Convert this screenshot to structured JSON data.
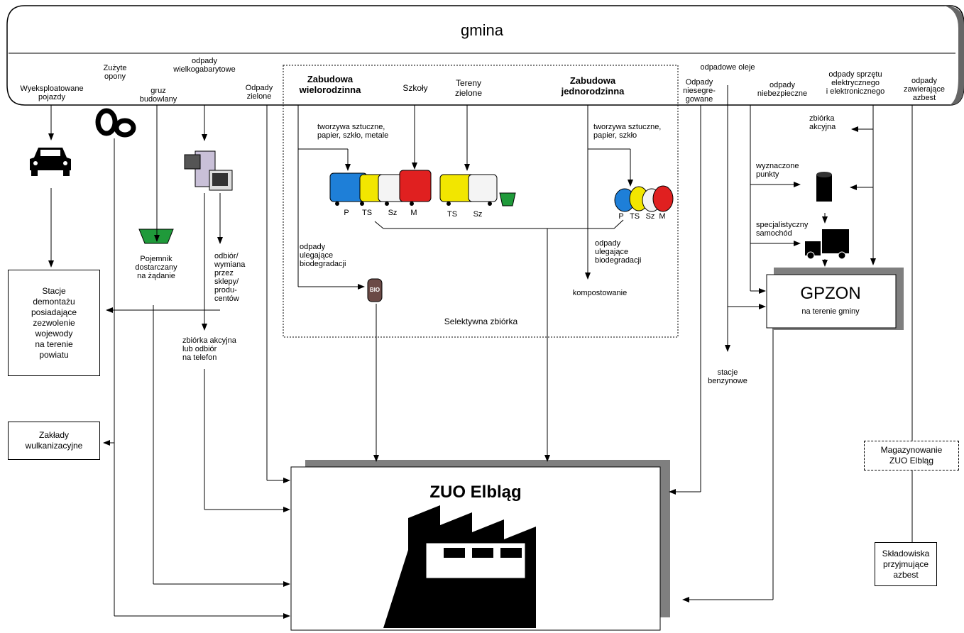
{
  "header": {
    "title": "gmina"
  },
  "sources": {
    "pojazdy": "Wyeksploatowane\npojazdy",
    "opony": "Zużyte\nopony",
    "gruz": "gruz\nbudowlany",
    "wielkogabarytowe": "odpady\nwielkogabarytowe",
    "zielone": "Odpady\nzielone",
    "wielorodzinna": "Zabudowa\nwielorodzinna",
    "szkoly": "Szkoły",
    "tereny": "Tereny\nzielone",
    "jednorodzinna": "Zabudowa\njednorodzinna",
    "niesegregowane": "Odpady\nniesegre-\ngowane",
    "oleje": "odpadowe oleje",
    "niebezpieczne": "odpady\nniebezpieczne",
    "elektro": "odpady sprzętu\nelektrycznego\ni elektronicznego",
    "azbest": "odpady\nzawierające\nazbest"
  },
  "selective": {
    "title": "Selektywna zbiórka",
    "wielo_fractions": "tworzywa sztuczne,\npapier, szkło, metale",
    "jedno_fractions": "tworzywa sztuczne,\npapier, szkło",
    "bio_left": "odpady\nulegające\nbiodegradacji",
    "bio_right": "odpady\nulegające\nbiodegradacji",
    "kompostowanie": "kompostowanie",
    "bio_label": "BIO",
    "bins_1": [
      "P",
      "TS",
      "Sz",
      "M"
    ],
    "bins_2": [
      "TS",
      "Sz"
    ],
    "bags": [
      "P",
      "TS",
      "Sz",
      "M"
    ]
  },
  "labels": {
    "pojemnik": "Pojemnik\ndostarczany\nna żądanie",
    "odbior": "odbiór/\nwymiana\nprzez\nsklepy/\nprodu-\ncentów",
    "zbiorka_tel": "zbiórka akcyjna\nlub odbiór\nna telefon",
    "stacje_benz": "stacje\nbenzynowe",
    "zbiorka_akcyjna": "zbiórka\nakcyjna",
    "wyznaczone": "wyznaczone\npunkty",
    "samochod": "specjalistyczny\nsamochód"
  },
  "boxes": {
    "stacje": "Stacje\ndemontażu\nposiadające\nzezwolenie\nwojewody\nna terenie\npowiatu",
    "wulkan": "Zakłady\nwulkanizacyjne",
    "magazyn": "Magazynowanie\nZUO Elbląg",
    "skladowiska": "Składowiska\nprzyjmujące\nazbest"
  },
  "zuo": {
    "title": "ZUO Elbląg"
  },
  "gpzon": {
    "title": "GPZON",
    "subtitle": "na terenie gminy"
  },
  "colors": {
    "blue": "#1e7fd8",
    "yellow": "#f2e600",
    "white": "#f4f4f4",
    "red": "#e02020",
    "green": "#1f9a3a",
    "grey": "#808080",
    "dark": "#111111"
  }
}
